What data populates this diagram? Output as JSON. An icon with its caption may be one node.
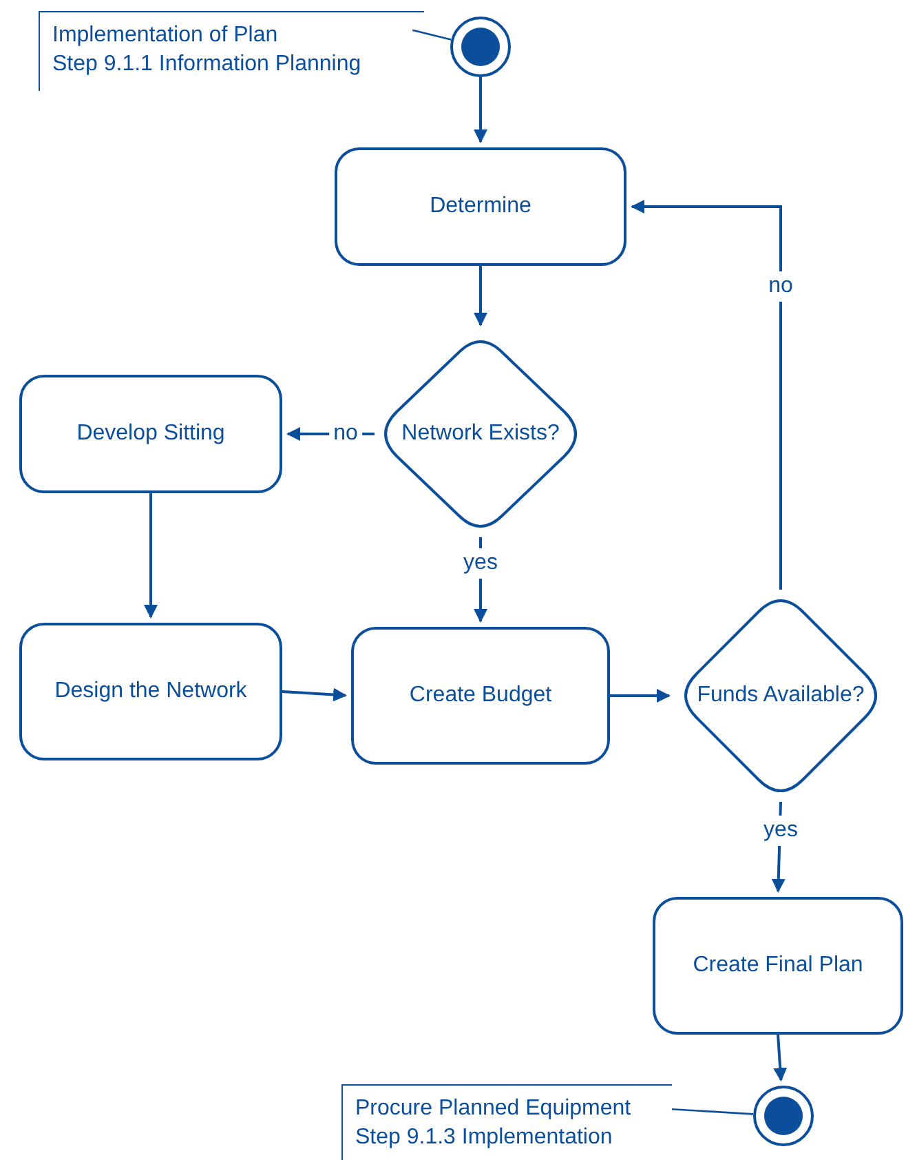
{
  "diagram": {
    "nodes": [
      {
        "text": [
          "Implementation of Plan",
          "Step 9.1.1 Information Planning"
        ]
      },
      {
        "text": [],
        "shape": "circle"
      },
      {
        "text": [
          "Determine"
        ]
      },
      {
        "text": [
          "Network Exists?"
        ]
      },
      {
        "text": [
          "Develop Sitting"
        ]
      },
      {
        "text": [
          "Design the Network"
        ]
      },
      {
        "text": [
          "Create Budget"
        ]
      },
      {
        "text": [
          "Funds Available?"
        ]
      },
      {
        "text": [
          "Create Final Plan"
        ]
      },
      {
        "text": [
          "Procure Planned Equipment",
          "Step 9.1.3 Implementation"
        ]
      },
      {
        "text": [],
        "shape": "circle"
      }
    ],
    "edges": [
      {
        "from": 0,
        "to": 1,
        "arrow": "none"
      },
      {
        "from": 1,
        "to": 2,
        "arrow": "to"
      },
      {
        "from": 2,
        "to": 3,
        "arrow": "to"
      },
      {
        "from": 3,
        "to": 4,
        "arrow": "to",
        "label": "no"
      },
      {
        "from": 3,
        "to": 6,
        "arrow": "to",
        "label": "yes"
      },
      {
        "from": 4,
        "to": 5,
        "arrow": "to"
      },
      {
        "from": 5,
        "to": 6,
        "arrow": "to"
      },
      {
        "from": 6,
        "to": 7,
        "arrow": "to"
      },
      {
        "from": 7,
        "to": 2,
        "arrow": "to",
        "label": "no"
      },
      {
        "from": 7,
        "to": 8,
        "arrow": "to",
        "label": "yes"
      },
      {
        "from": 8,
        "to": 10,
        "arrow": "to"
      },
      {
        "from": 9,
        "to": 10,
        "arrow": "none"
      }
    ]
  }
}
